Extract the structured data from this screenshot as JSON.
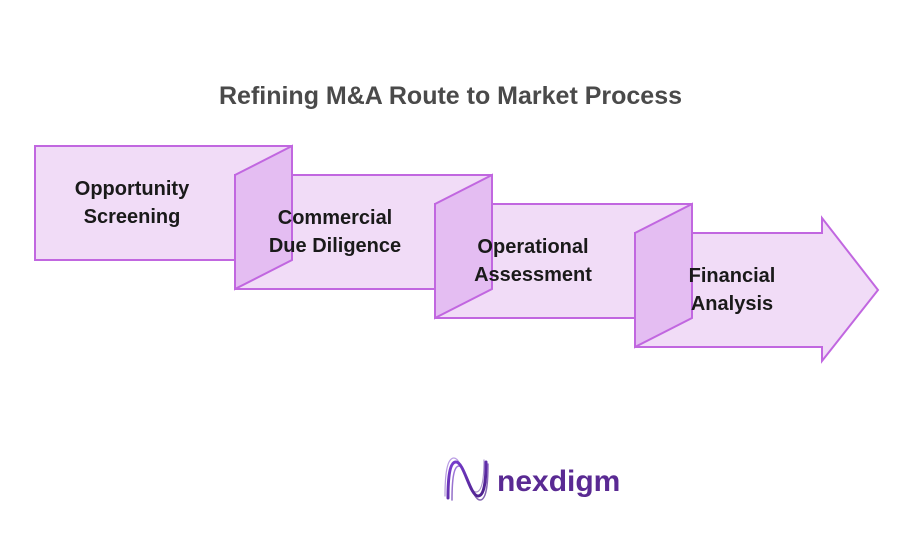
{
  "title": "Refining M&A Route to Market Process",
  "colors": {
    "fill": "#f1dcf7",
    "fold": "#e4bdf2",
    "stroke": "#c167e0",
    "title": "#4a4a4a",
    "brand": "#5a2a93"
  },
  "steps": [
    {
      "line1": "Opportunity",
      "line2": "Screening"
    },
    {
      "line1": "Commercial",
      "line2": "Due Diligence"
    },
    {
      "line1": "Operational",
      "line2": "Assessment"
    },
    {
      "line1": "Financial",
      "line2": "Analysis"
    }
  ],
  "logo": {
    "icon": "nexdigm-wave-icon",
    "text": "nexdigm"
  }
}
